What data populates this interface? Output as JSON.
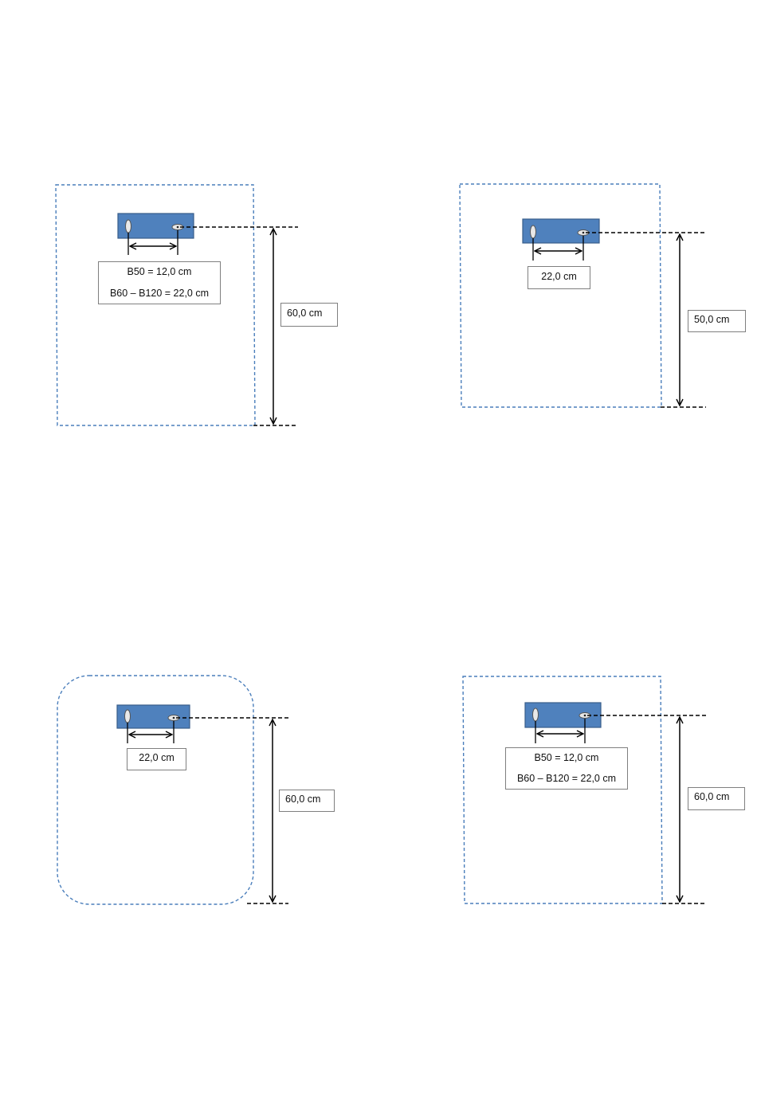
{
  "diagrams": [
    {
      "id": "top-left",
      "spacing_lines": [
        "B50 = 12,0 cm",
        "B60 – B120 = 22,0 cm"
      ],
      "height_label": "60,0 cm",
      "outline": "dashed-rectangle"
    },
    {
      "id": "top-right",
      "spacing_lines": [
        "22,0 cm"
      ],
      "height_label": "50,0 cm",
      "outline": "dashed-rectangle"
    },
    {
      "id": "bottom-left",
      "spacing_lines": [
        "22,0 cm"
      ],
      "height_label": "60,0 cm",
      "outline": "dashed-rounded-rectangle"
    },
    {
      "id": "bottom-right",
      "spacing_lines": [
        "B50 = 12,0 cm",
        "B60 – B120 = 22,0 cm"
      ],
      "height_label": "60,0 cm",
      "outline": "dashed-rectangle"
    }
  ],
  "colors": {
    "outline": "#4a7ebb",
    "bracket": "#4f81bd",
    "bracket_border": "#385d8a",
    "line": "#000000",
    "label_border": "#7f7f7f"
  }
}
